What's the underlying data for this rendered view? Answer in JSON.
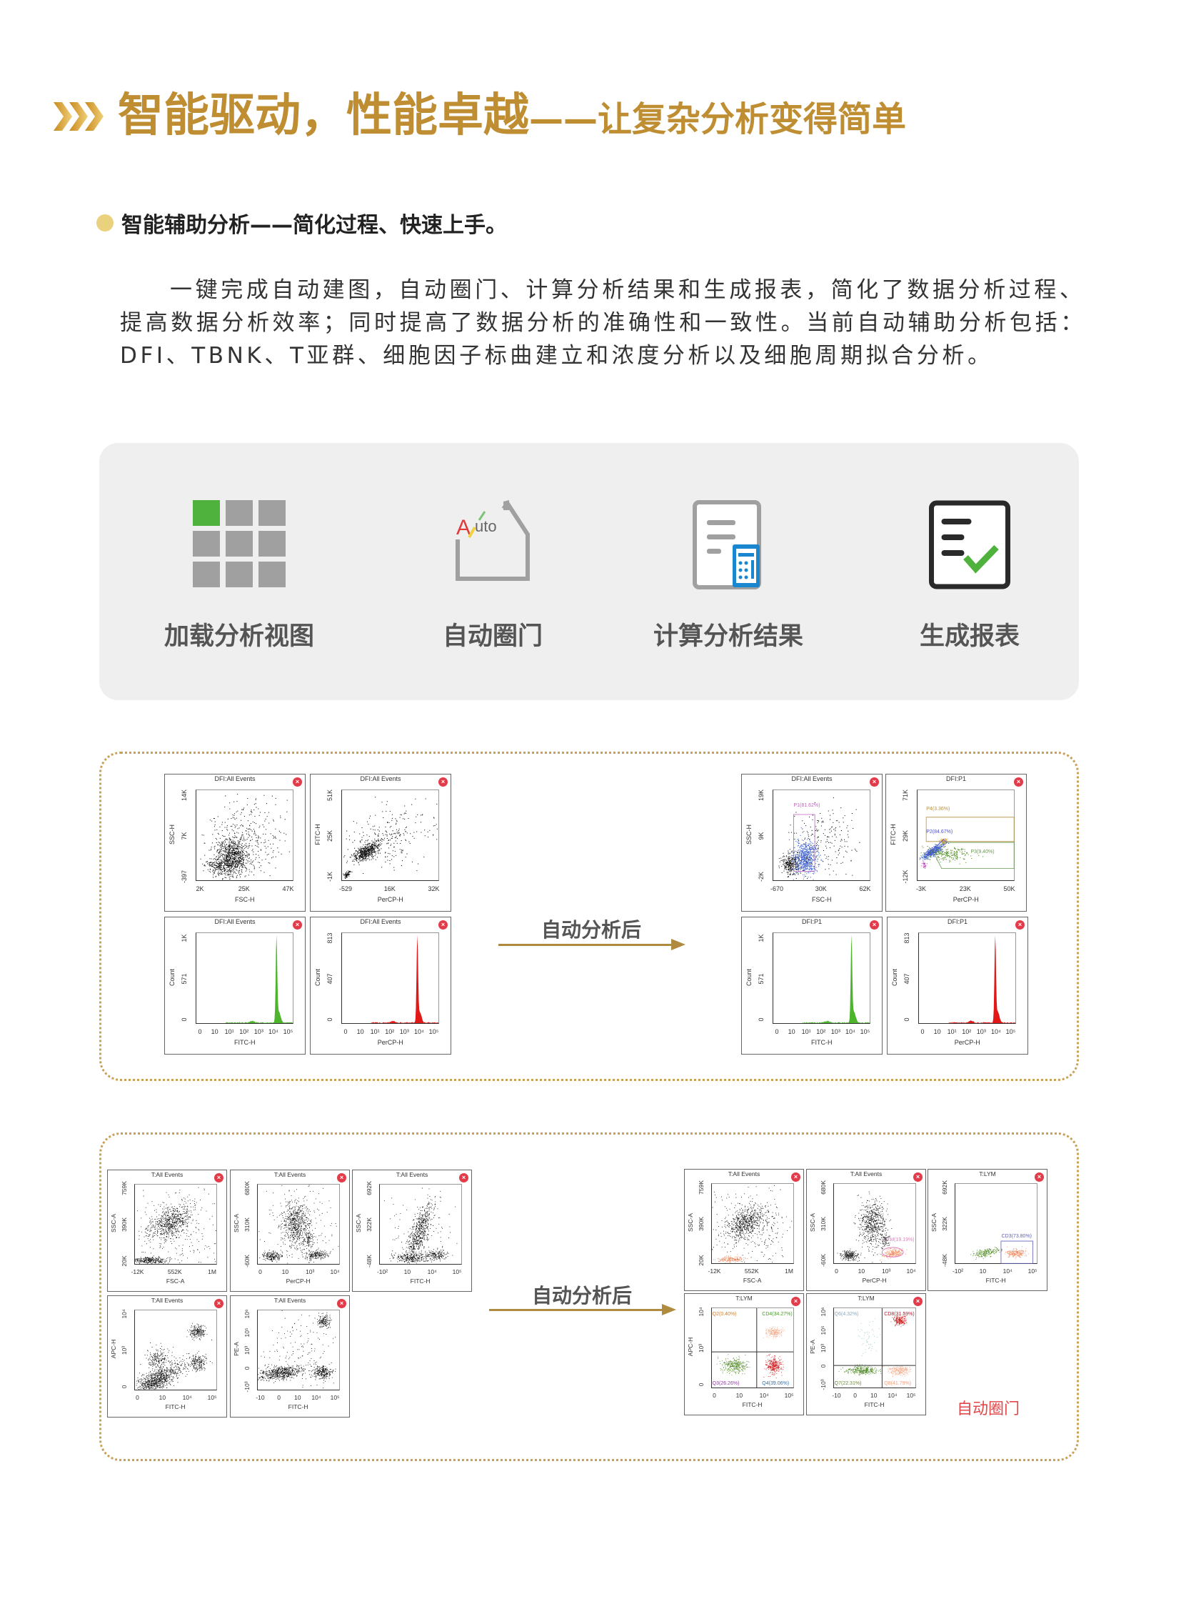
{
  "header": {
    "title_main": "智能驱动，性能卓越",
    "title_sub": "——让复杂分析变得简单",
    "accent_color": "#bf8e33"
  },
  "section": {
    "heading": "智能辅助分析——简化过程、快速上手。",
    "paragraph_lines": [
      "一键完成自动建图，自动圈门、计算分析结果和生成报表，简化了数据分析过程、",
      "提高数据分析效率；同时提高了数据分析的准确性和一致性。当前自动辅助分析包括：",
      "DFI、TBNK、T亚群、细胞因子标曲建立和浓度分析以及细胞周期拟合分析。"
    ]
  },
  "steps": [
    {
      "label": "加载分析视图",
      "icon": "grid-view-icon"
    },
    {
      "label": "自动圈门",
      "icon": "auto-gate-icon"
    },
    {
      "label": "计算分析结果",
      "icon": "calculator-document-icon"
    },
    {
      "label": "生成报表",
      "icon": "report-check-icon"
    }
  ],
  "arrows": {
    "dfi_label": "自动分析后",
    "t_label": "自动分析后"
  },
  "auto_gate_note": "自动圈门",
  "close_glyph": "×",
  "plots": {
    "dfi_before": [
      {
        "title": "DFI:All Events",
        "xlabel": "FSC-H",
        "ylabel": "SSC-H",
        "xticks": [
          "2K",
          "25K",
          "47K"
        ],
        "yticks": [
          "-397",
          "7K",
          "14K"
        ]
      },
      {
        "title": "DFI:All Events",
        "xlabel": "PerCP-H",
        "ylabel": "FITC-H",
        "xticks": [
          "-529",
          "16K",
          "32K"
        ],
        "yticks": [
          "-1K",
          "25K",
          "51K"
        ]
      },
      {
        "title": "DFI:All Events",
        "xlabel": "FITC-H",
        "ylabel": "Count",
        "xticks": [
          "0",
          "10",
          "10¹",
          "10²",
          "10³",
          "10⁴",
          "10⁵"
        ],
        "yticks": [
          "0",
          "571",
          "1K"
        ]
      },
      {
        "title": "DFI:All Events",
        "xlabel": "PerCP-H",
        "ylabel": "Count",
        "xticks": [
          "0",
          "10",
          "10¹",
          "10²",
          "10³",
          "10⁴",
          "10⁵"
        ],
        "yticks": [
          "0",
          "407",
          "813"
        ]
      }
    ],
    "dfi_after": [
      {
        "title": "DFI:All Events",
        "xlabel": "FSC-H",
        "ylabel": "SSC-H",
        "xticks": [
          "-670",
          "30K",
          "62K"
        ],
        "yticks": [
          "-2K",
          "9K",
          "19K"
        ],
        "gates": [
          "P1(81.62%)"
        ]
      },
      {
        "title": "DFI:P1",
        "xlabel": "PerCP-H",
        "ylabel": "FITC-H",
        "xticks": [
          "-3K",
          "23K",
          "50K"
        ],
        "yticks": [
          "-12K",
          "29K",
          "71K"
        ],
        "gates": [
          "P4(3.36%)",
          "P2(84.67%)",
          "P3(9.40%)"
        ]
      },
      {
        "title": "DFI:P1",
        "xlabel": "FITC-H",
        "ylabel": "Count",
        "xticks": [
          "0",
          "10",
          "10¹",
          "10²",
          "10³",
          "10⁴",
          "10⁵"
        ],
        "yticks": [
          "0",
          "571",
          "1K"
        ]
      },
      {
        "title": "DFI:P1",
        "xlabel": "PerCP-H",
        "ylabel": "Count",
        "xticks": [
          "0",
          "10",
          "10¹",
          "10²",
          "10³",
          "10⁴",
          "10⁵"
        ],
        "yticks": [
          "0",
          "407",
          "813"
        ]
      }
    ],
    "t_before": [
      {
        "title": "T:All Events",
        "xlabel": "FSC-A",
        "ylabel": "SSC-A",
        "xticks": [
          "-12K",
          "552K",
          "1M"
        ],
        "yticks": [
          "20K",
          "390K",
          "759K"
        ]
      },
      {
        "title": "T:All Events",
        "xlabel": "PerCP-H",
        "ylabel": "SSC-A",
        "xticks": [
          "0",
          "10",
          "10³",
          "10⁴"
        ],
        "yticks": [
          "-60K",
          "310K",
          "680K"
        ]
      },
      {
        "title": "T:All Events",
        "xlabel": "FITC-H",
        "ylabel": "SSC-A",
        "xticks": [
          "-10²",
          "10",
          "10⁴",
          "10⁵"
        ],
        "yticks": [
          "-48K",
          "322K",
          "692K"
        ]
      },
      {
        "title": "T:All Events",
        "xlabel": "FITC-H",
        "ylabel": "APC-H",
        "xticks": [
          "0",
          "10",
          "10⁴",
          "10⁵"
        ],
        "yticks": [
          "0",
          "10³",
          "10⁴"
        ]
      },
      {
        "title": "T:All Events",
        "xlabel": "FITC-H",
        "ylabel": "PE-A",
        "xticks": [
          "-10",
          "0",
          "10",
          "10⁴",
          "10⁵"
        ],
        "yticks": [
          "-10³",
          "0",
          "10³",
          "10⁵",
          "10⁶"
        ]
      }
    ],
    "t_after": [
      {
        "title": "T:All Events",
        "xlabel": "FSC-A",
        "ylabel": "SSC-A",
        "xticks": [
          "-12K",
          "552K",
          "1M"
        ],
        "yticks": [
          "20K",
          "390K",
          "759K"
        ]
      },
      {
        "title": "T:All Events",
        "xlabel": "PerCP-H",
        "ylabel": "SSC-A",
        "xticks": [
          "0",
          "10",
          "10³",
          "10⁴"
        ],
        "yticks": [
          "-60K",
          "310K",
          "680K"
        ],
        "gates": [
          "LYM(19.19%)"
        ]
      },
      {
        "title": "T:LYM",
        "xlabel": "FITC-H",
        "ylabel": "SSC-A",
        "xticks": [
          "-10²",
          "10",
          "10⁴",
          "10⁵"
        ],
        "yticks": [
          "-48K",
          "322K",
          "692K"
        ],
        "gates": [
          "CD3(73.80%)"
        ]
      },
      {
        "title": "T:LYM",
        "xlabel": "FITC-H",
        "ylabel": "APC-H",
        "xticks": [
          "0",
          "10",
          "10⁴",
          "10⁵"
        ],
        "yticks": [
          "0",
          "10³",
          "10⁴"
        ],
        "gates": [
          "Q2(0.40%)",
          "CD4(34.27%)",
          "Q3(26.26%)",
          "Q4(39.06%)"
        ]
      },
      {
        "title": "T:LYM",
        "xlabel": "FITC-H",
        "ylabel": "PE-A",
        "xticks": [
          "-10",
          "0",
          "10",
          "10⁴",
          "10⁵"
        ],
        "yticks": [
          "-10³",
          "0",
          "10³",
          "10⁵",
          "10⁶"
        ],
        "gates": [
          "Q6(4.32%)",
          "CD8(31.59%)",
          "Q7(22.31%)",
          "Q8(41.79%)"
        ]
      }
    ]
  }
}
